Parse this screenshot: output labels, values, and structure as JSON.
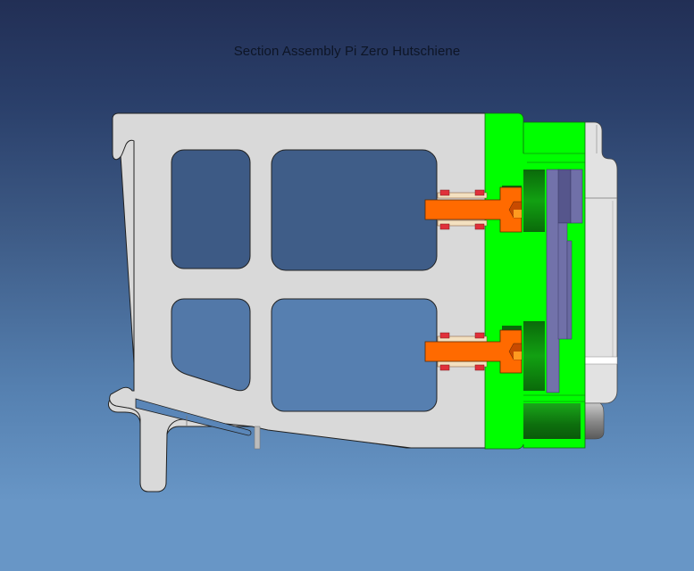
{
  "view": {
    "title": "Section Assembly Pi Zero Hutschiene"
  },
  "colors": {
    "background_top": "#222f55",
    "background_bottom": "#6896c6",
    "rail_body": "#d9d9d9",
    "cover_green": "#00ff00",
    "cover_green_dark": "#0a7a0a",
    "screw_orange": "#ff6a00",
    "insert_red": "#e0303a",
    "thread_cream": "#f3e0c0",
    "pcb_purple": "#7070a8",
    "pcb_purple_dark": "#55558a",
    "housing_light": "#e6e6e6",
    "outline": "#1a1a1a"
  },
  "parts": [
    {
      "name": "DIN rail mount bracket",
      "color": "#d9d9d9"
    },
    {
      "name": "Green cover plate",
      "color": "#00ff00"
    },
    {
      "name": "Screw upper",
      "color": "#ff6a00"
    },
    {
      "name": "Screw lower",
      "color": "#ff6a00"
    },
    {
      "name": "Threaded insert upper",
      "color": "#e0303a"
    },
    {
      "name": "Threaded insert lower",
      "color": "#e0303a"
    },
    {
      "name": "Pi Zero PCB",
      "color": "#7070a8"
    },
    {
      "name": "Housing shell",
      "color": "#e6e6e6"
    }
  ]
}
